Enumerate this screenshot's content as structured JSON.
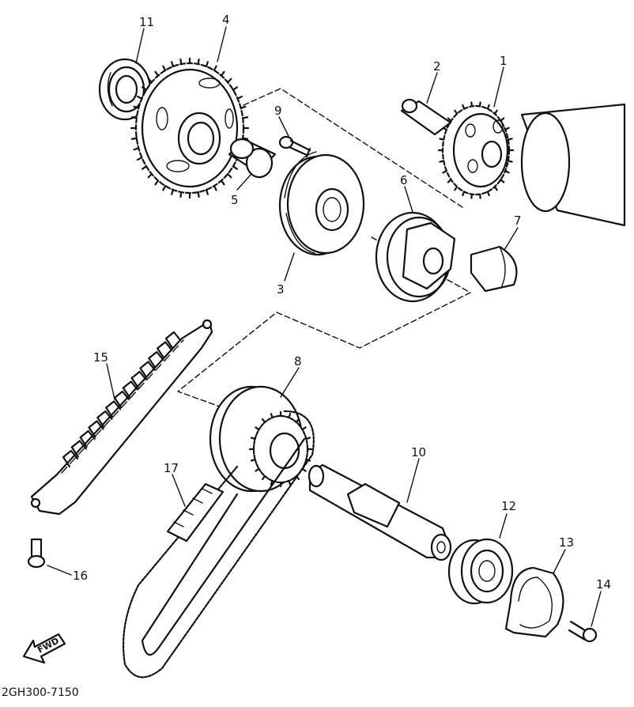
{
  "callouts": {
    "c1": "1",
    "c2": "2",
    "c3": "3",
    "c4": "4",
    "c5": "5",
    "c6": "6",
    "c7": "7",
    "c8": "8",
    "c9": "9",
    "c10": "10",
    "c11": "11",
    "c12": "12",
    "c13": "13",
    "c14": "14",
    "c15": "15",
    "c16": "16",
    "c17": "17"
  },
  "fwd_label": "FWD",
  "drawing_code": "2GH300-7150"
}
